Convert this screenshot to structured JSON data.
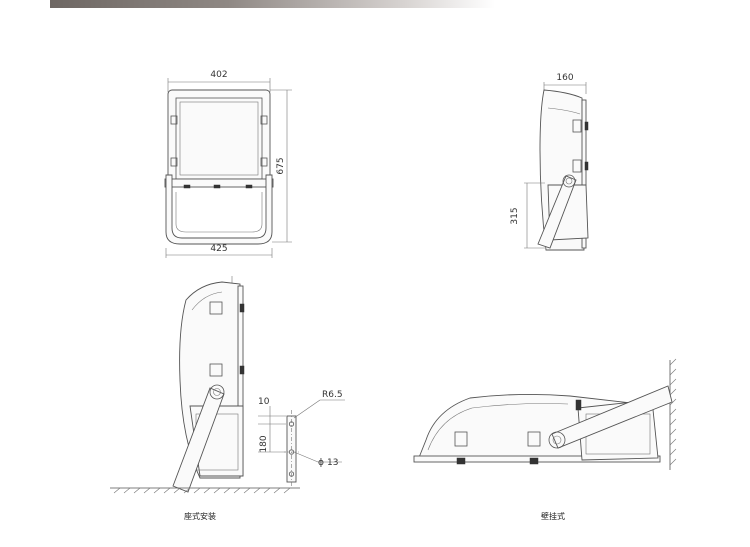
{
  "dimensions": {
    "front_width_top": "402",
    "front_height": "675",
    "front_width_bottom": "425",
    "side_depth": "160",
    "side_mount_height": "315",
    "bracket_top_offset": "10",
    "bracket_hole_spacing": "180",
    "bracket_radius": "R6.5",
    "bracket_hole_diameter": "13",
    "diameter_symbol": "ϕ"
  },
  "captions": {
    "floor_mount": "座式安装",
    "wall_mount": "壁挂式"
  }
}
